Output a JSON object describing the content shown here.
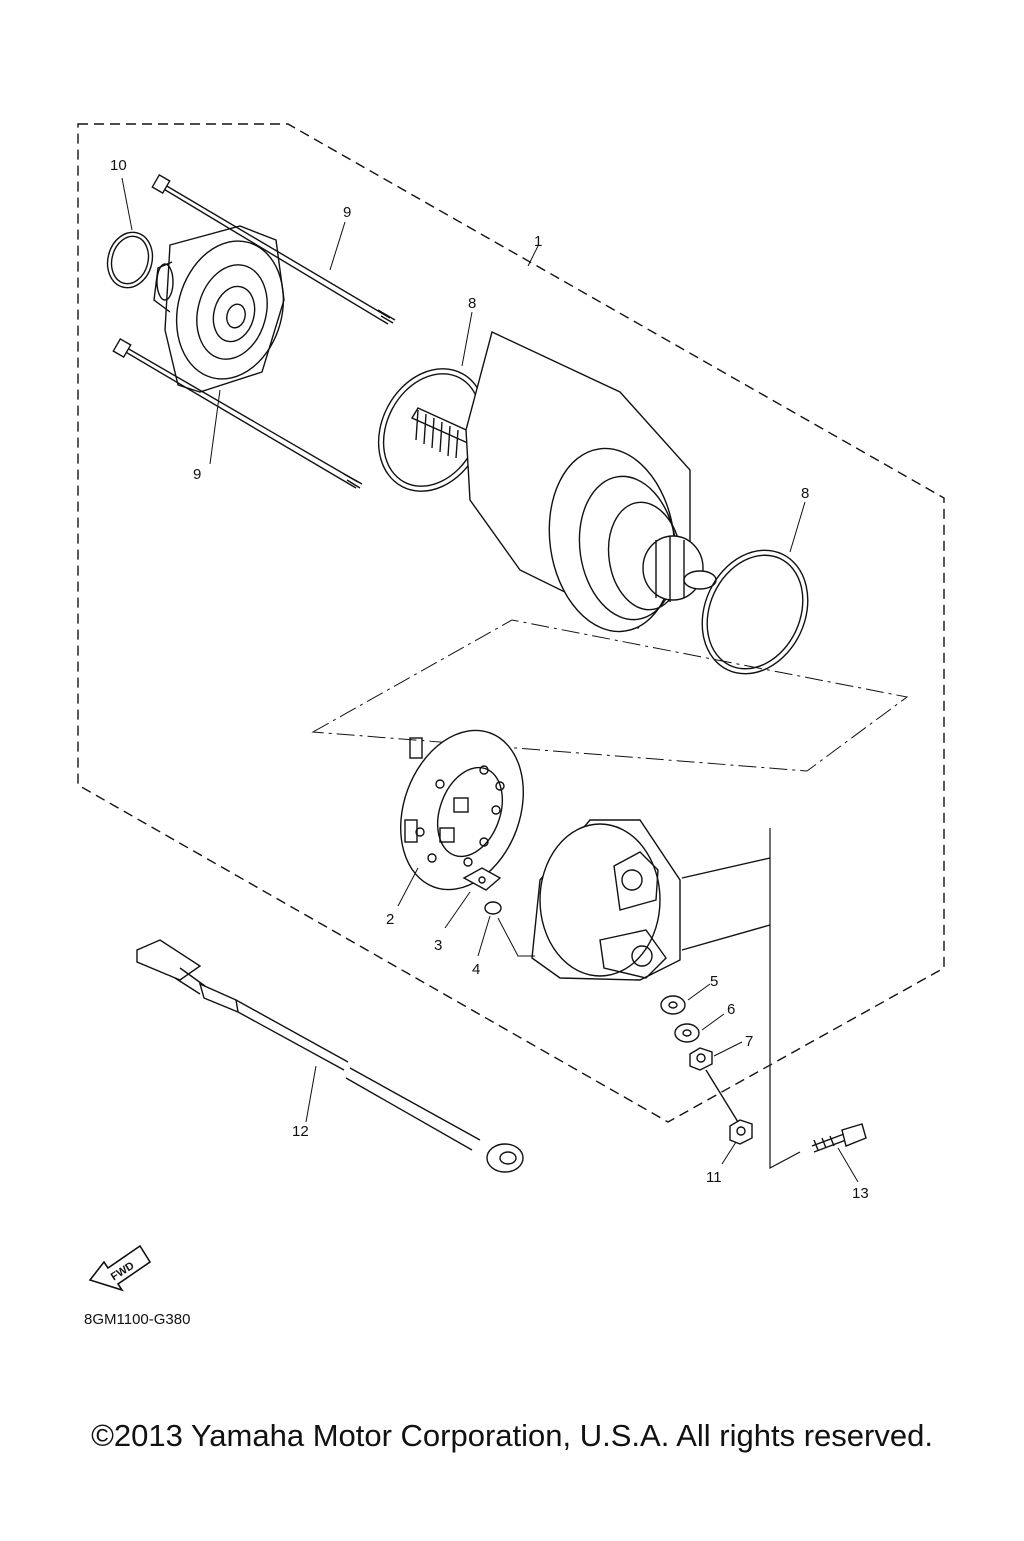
{
  "diagram": {
    "callouts": {
      "c1": "1",
      "c2": "2",
      "c3": "3",
      "c4": "4",
      "c5": "5",
      "c6": "6",
      "c7": "7",
      "c8a": "8",
      "c8b": "8",
      "c9a": "9",
      "c9b": "9",
      "c10": "10",
      "c11": "11",
      "c12": "12",
      "c13": "13"
    },
    "fwd_label": "FWD",
    "drawing_code": "8GM1100-G380"
  },
  "footer": {
    "copyright": "©2013 Yamaha Motor Corporation, U.S.A. All rights reserved."
  }
}
